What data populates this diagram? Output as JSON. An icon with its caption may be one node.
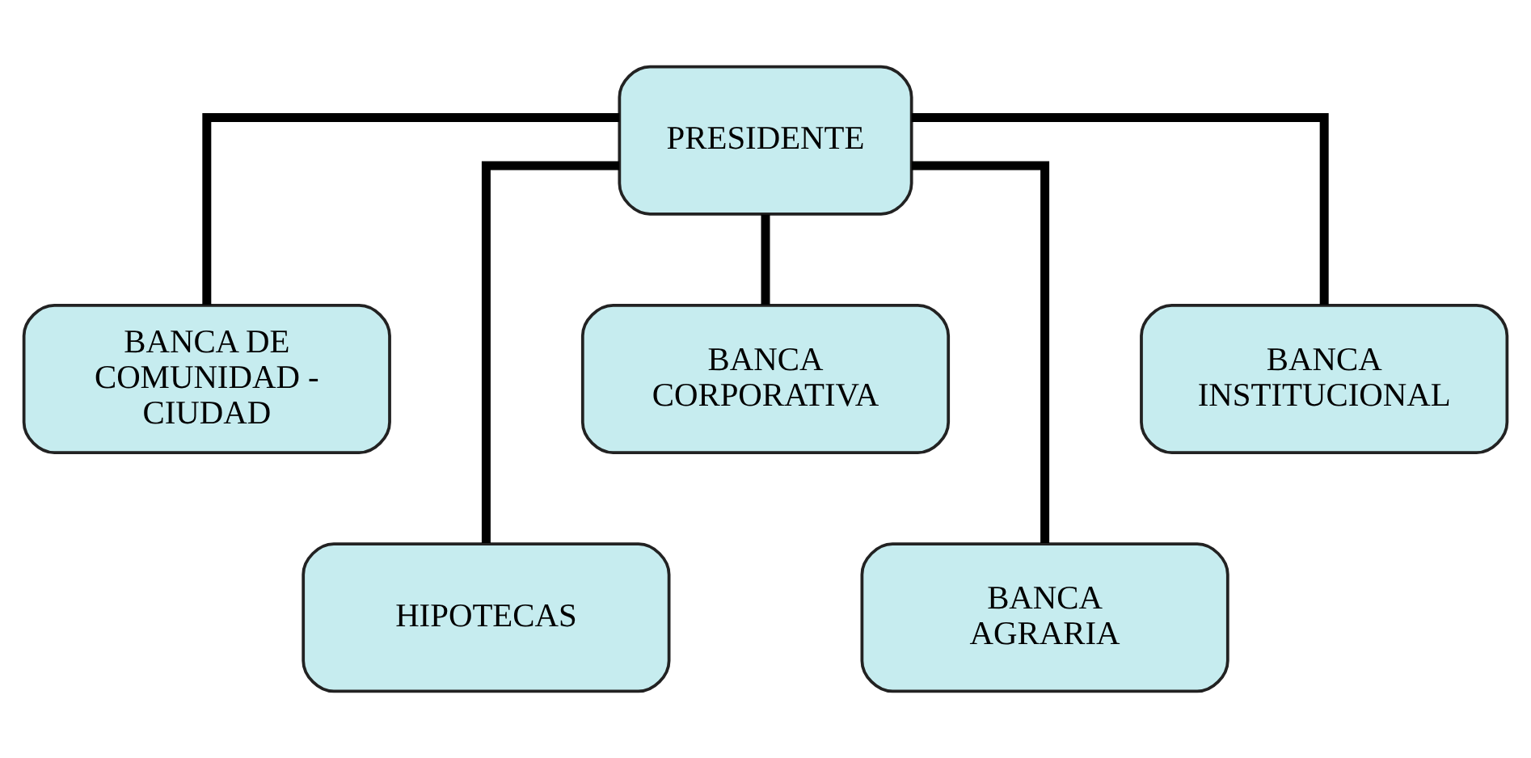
{
  "diagram": {
    "nodes": [
      {
        "text": [
          "PRESIDENTE"
        ]
      },
      {
        "text": [
          "BANCA DE COMUNIDAD - CIUDAD"
        ]
      },
      {
        "text": [
          "HIPOTECAS"
        ]
      },
      {
        "text": [
          "BANCA CORPORATIVA"
        ]
      },
      {
        "text": [
          "BANCA AGRARIA"
        ]
      },
      {
        "text": [
          "BANCA INSTITUCIONAL"
        ]
      }
    ],
    "edges": [
      {
        "from": 0,
        "to": 1,
        "arrow": "none"
      },
      {
        "from": 0,
        "to": 2,
        "arrow": "none"
      },
      {
        "from": 0,
        "to": 3,
        "arrow": "none"
      },
      {
        "from": 0,
        "to": 4,
        "arrow": "none"
      },
      {
        "from": 0,
        "to": 5,
        "arrow": "none"
      }
    ]
  }
}
